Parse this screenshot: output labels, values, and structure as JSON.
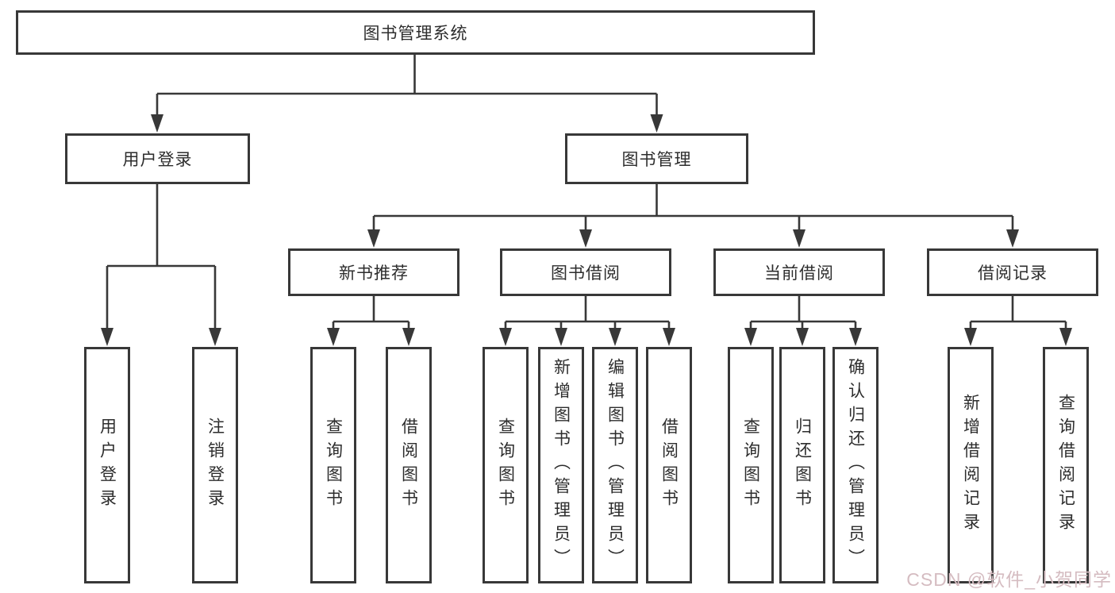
{
  "tree": {
    "root": {
      "label": "图书管理系统"
    },
    "branches": [
      {
        "label": "用户登录",
        "children": [
          {
            "label": "用户登录"
          },
          {
            "label": "注销登录"
          }
        ]
      },
      {
        "label": "图书管理",
        "children": [
          {
            "label": "新书推荐",
            "children": [
              {
                "label": "查询图书"
              },
              {
                "label": "借阅图书"
              }
            ]
          },
          {
            "label": "图书借阅",
            "children": [
              {
                "label": "查询图书"
              },
              {
                "label": "新增图书（管理员）"
              },
              {
                "label": "编辑图书（管理员）"
              },
              {
                "label": "借阅图书"
              }
            ]
          },
          {
            "label": "当前借阅",
            "children": [
              {
                "label": "查询图书"
              },
              {
                "label": "归还图书"
              },
              {
                "label": "确认归还（管理员）"
              }
            ]
          },
          {
            "label": "借阅记录",
            "children": [
              {
                "label": "新增借阅记录"
              },
              {
                "label": "查询借阅记录"
              }
            ]
          }
        ]
      }
    ]
  },
  "watermark": {
    "text": "CSDN @软件_小贺同学"
  },
  "colors": {
    "line": "#383838",
    "box_border": "#383838",
    "text": "#2d2d2d",
    "watermark": "#d5bcc1",
    "background": "#ffffff"
  }
}
